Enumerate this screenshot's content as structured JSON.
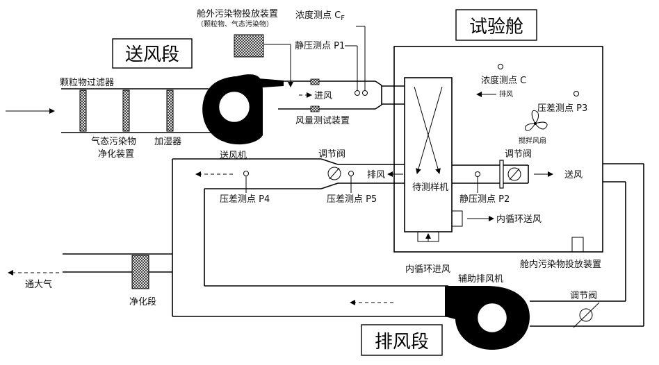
{
  "sections": {
    "supply": "送风段",
    "chamber": "试验舱",
    "exhaust": "排风段"
  },
  "labels": {
    "particle_filter": "颗粒物过滤器",
    "gas_purifier_line1": "气态污染物",
    "gas_purifier_line2": "净化装置",
    "humidifier": "加湿器",
    "supply_fan": "送风机",
    "outside_dosing_line1": "舱外污染物投放装置",
    "outside_dosing_line2": "（颗粒物、气态污染物）",
    "concentration_cf_main": "浓度测点 C",
    "concentration_cf_sub": "F",
    "static_p1": "静压测点 P1",
    "inlet_air": "进风",
    "airflow_test_device": "风量测试装置",
    "concentration_c": "浓度测点 C",
    "exhaust_small": "排风",
    "pressure_p3": "压差测点 P3",
    "mixing_fan": "搅拌风扇",
    "damper_top_left": "调节阀",
    "damper_top_right": "调节阀",
    "exhaust_mid": "排风",
    "supply_mid": "送风",
    "device_under_test": "待测样机",
    "pressure_p4": "压差测点 P4",
    "pressure_p5": "压差测点 P5",
    "static_p2": "静压测点 P2",
    "inner_supply": "内循环送风",
    "inner_inlet": "内循环进风",
    "inside_dosing": "舱内污染物投放装置",
    "to_atmosphere": "通大气",
    "purification_section": "净化段",
    "aux_exhaust_fan": "辅助排风机",
    "damper_bottom": "调节阀"
  }
}
